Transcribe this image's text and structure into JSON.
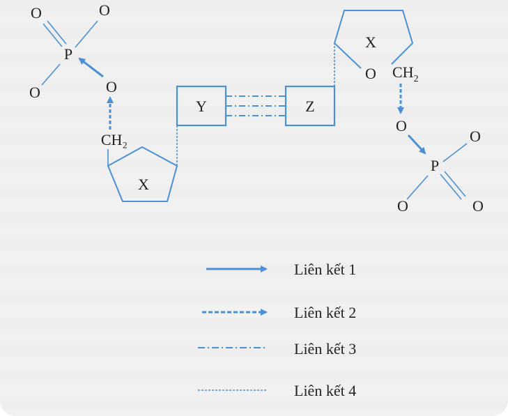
{
  "colors": {
    "line": "#4b90d4",
    "text": "#222222",
    "background": "#f1f1f1"
  },
  "left_nucleotide": {
    "phosphate": {
      "P": "P",
      "O_top_left": "O",
      "O_top_right": "O",
      "O_bottom_left": "O",
      "O_ester": "O"
    },
    "ch2": "CH₂",
    "sugar": "X"
  },
  "boxes": {
    "Y": "Y",
    "Z": "Z"
  },
  "right_nucleotide": {
    "sugar": "X",
    "ring_O": "O",
    "ch2_base": "CH",
    "ch2_sub": "2",
    "O_ester": "O",
    "phosphate": {
      "P": "P",
      "O_right": "O",
      "O_bottom_left": "O",
      "O_bottom_right": "O"
    }
  },
  "legend": [
    {
      "label": "Liên kết 1",
      "style": "solid-arrow"
    },
    {
      "label": "Liên kết 2",
      "style": "dashed-arrow"
    },
    {
      "label": "Liên kết 3",
      "style": "dash-dot"
    },
    {
      "label": "Liên kết 4",
      "style": "dotted"
    }
  ]
}
